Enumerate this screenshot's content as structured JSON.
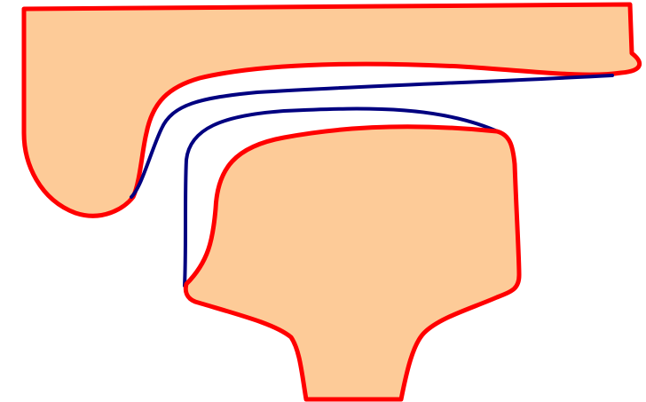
{
  "colors": {
    "fill": "#fdcb98",
    "outline": "#ff0000",
    "inner_profile": "#000080",
    "background": "#ffffff"
  },
  "shapes": [
    {
      "name": "upper-profile-shape",
      "role": "top body with overhanging lip"
    },
    {
      "name": "lower-profile-shape",
      "role": "lower body on stem"
    },
    {
      "name": "inner-profile-curve",
      "role": "blue contour between bodies"
    }
  ]
}
